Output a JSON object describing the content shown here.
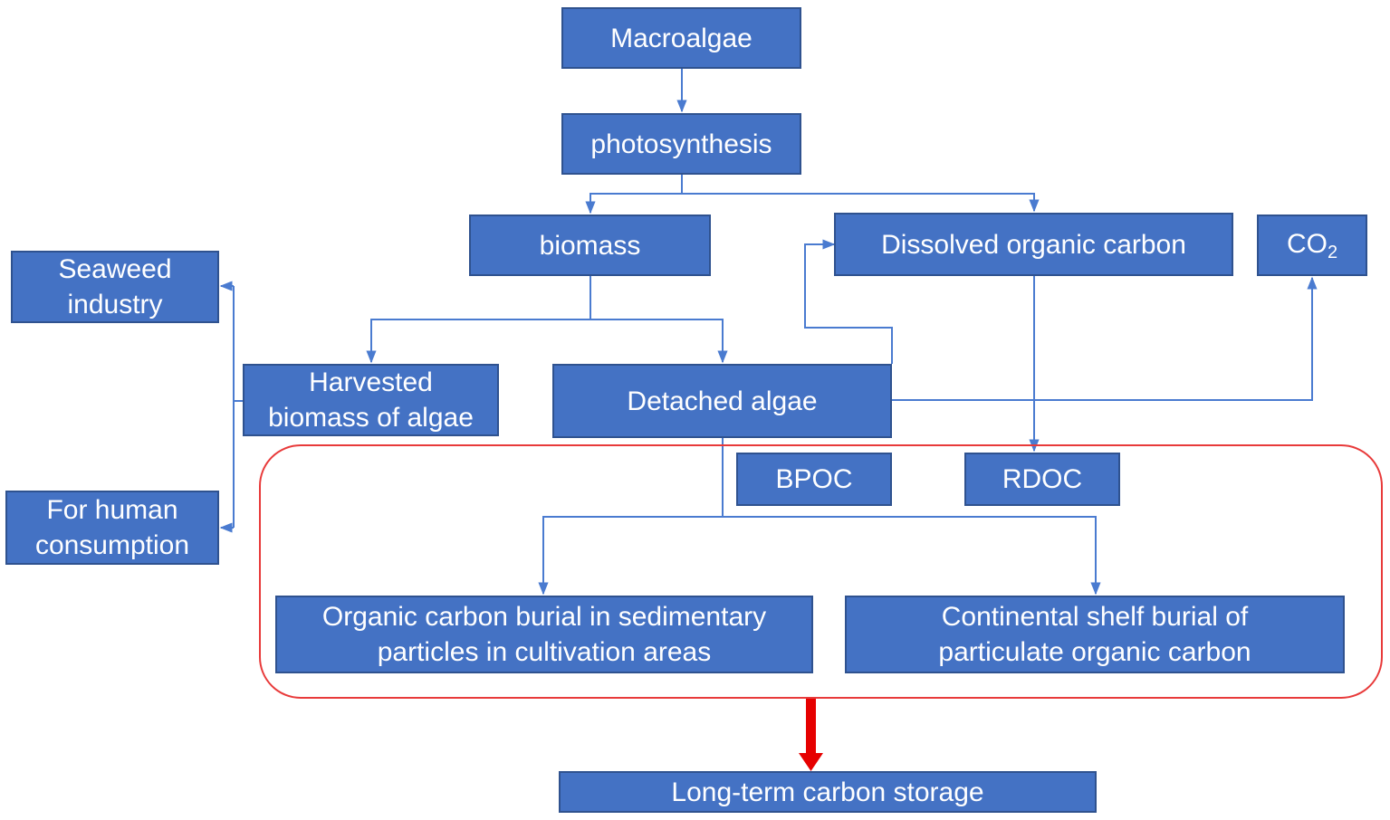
{
  "boxes": {
    "macroalgae": "Macroalgae",
    "photosynthesis": "photosynthesis",
    "biomass": "biomass",
    "doc": "Dissolved organic carbon",
    "co2_base": "CO",
    "co2_sub": "2",
    "seaweed": [
      "Seaweed",
      "industry"
    ],
    "harvested": [
      "Harvested",
      "biomass of algae"
    ],
    "detached": "Detached algae",
    "human": [
      "For human",
      "consumption"
    ],
    "bpoc": "BPOC",
    "rdoc": "RDOC",
    "sediment": [
      "Organic carbon burial in sedimentary",
      "particles in cultivation areas"
    ],
    "shelf": [
      "Continental shelf burial of",
      "particulate organic carbon"
    ],
    "storage": "Long-term carbon storage"
  },
  "colors": {
    "box_fill": "#4472c4",
    "box_border": "#2f528f",
    "connector": "#4a7bd0",
    "region_border": "#e83a3a",
    "storage_arrow": "#e60000"
  }
}
